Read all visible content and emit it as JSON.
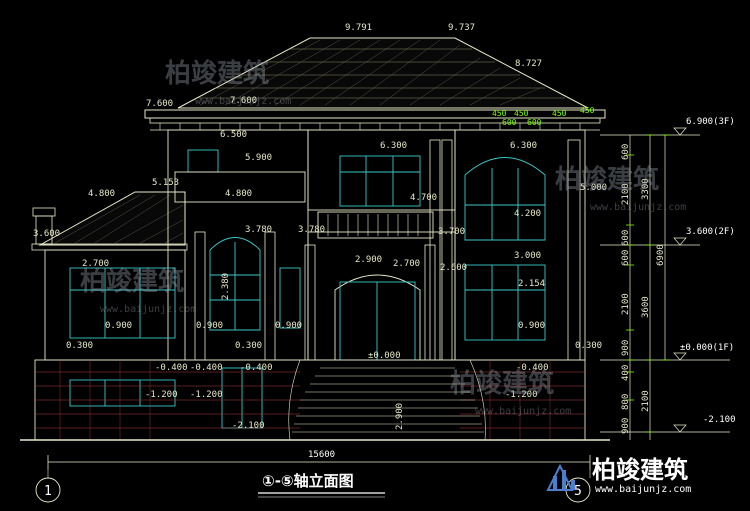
{
  "title": "①-⑤轴立面图",
  "axis_left": "1",
  "axis_right": "5",
  "overall_width": "15600",
  "roof_levels": [
    "9.791",
    "9.737",
    "8.727",
    "7.600",
    "7.600",
    "6.500"
  ],
  "elevations": {
    "e1": "6.300",
    "e2": "6.300",
    "e3": "5.900",
    "e4": "5.153",
    "e5": "5.000",
    "e6": "4.800",
    "e7": "4.800",
    "e8": "4.700",
    "e9": "4.200",
    "e10": "3.780",
    "e11": "3.780",
    "e12": "3.700",
    "e13": "3.600",
    "e14": "3.000",
    "e15": "2.900",
    "e16": "2.700",
    "e17": "2.700",
    "e18": "2.600",
    "e19": "2.154",
    "e20": "0.900",
    "e21": "0.900",
    "e22": "0.900",
    "e23": "0.900",
    "e24": "0.300",
    "e25": "0.300",
    "e26": "0.300",
    "e27": "±0.000",
    "e28": "-0.400",
    "e29": "-0.400",
    "e30": "-0.400",
    "e31": "-0.400",
    "e32": "-1.200",
    "e33": "-1.200",
    "e34": "-1.200",
    "e35": "-2.100",
    "e36": "2.380",
    "e37": "2.900"
  },
  "small_dims": [
    "450",
    "450",
    "600",
    "450",
    "600",
    "450"
  ],
  "level_marks": {
    "l1": "6.900(3F)",
    "l2": "3.600(2F)",
    "l3": "±0.000(1F)",
    "l4": "-2.100"
  },
  "dim_chain_inner": [
    "600",
    "2100",
    "600",
    "600",
    "2100",
    "900",
    "400",
    "800",
    "900"
  ],
  "dim_chain_outer": [
    "3300",
    "3600",
    "2100"
  ],
  "dim_total": "6900",
  "watermark": {
    "brand": "柏竣建筑",
    "url": "www.baijunjz.com"
  },
  "colors": {
    "background": "#000000",
    "line_main": "#e8e8c8",
    "line_cyan": "#3cc8c8",
    "line_green": "#7CFC00",
    "line_yellow": "#f2e25a",
    "line_red": "#d24040"
  }
}
